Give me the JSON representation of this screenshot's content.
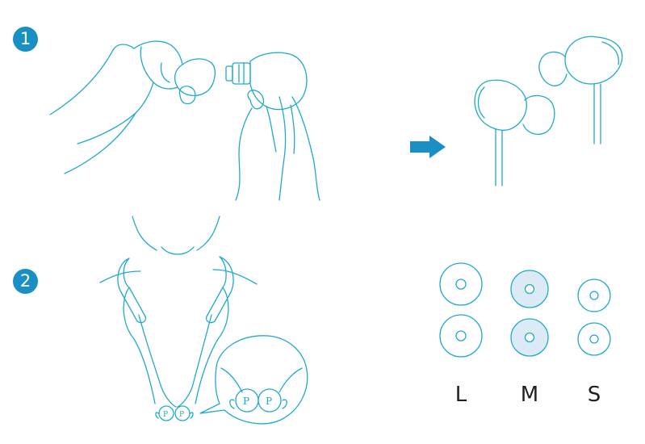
{
  "colors": {
    "line": "#1fa9cb",
    "accent": "#1a8fc4",
    "highlight_fill": "#dbeaf4",
    "label": "#231f20"
  },
  "steps": [
    {
      "number": "1"
    },
    {
      "number": "2"
    }
  ],
  "ear_tip_sizes": [
    {
      "label": "L",
      "highlighted": false
    },
    {
      "label": "M",
      "highlighted": true
    },
    {
      "label": "S",
      "highlighted": false
    }
  ]
}
